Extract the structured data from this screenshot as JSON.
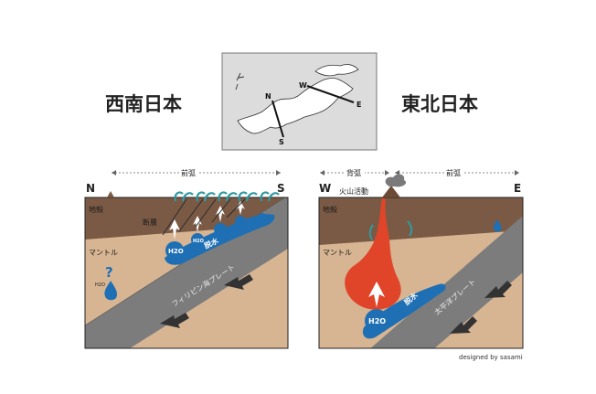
{
  "titles": {
    "west": "西南日本",
    "east": "東北日本"
  },
  "map": {
    "north": "N",
    "south": "S",
    "west": "W",
    "east": "E"
  },
  "left_panel": {
    "north": "N",
    "south": "S",
    "forearc": "前弧",
    "crust": "地殻",
    "mantle": "マントル",
    "fault": "断層",
    "dehydration": "脱水",
    "water_main": "H2O",
    "water_small": "H2O",
    "water_question": "H2O",
    "question": "?",
    "plate": "フィリピン海プレート"
  },
  "right_panel": {
    "west": "W",
    "east": "E",
    "backarc": "背弧",
    "forearc": "前弧",
    "volcanism": "火山活動",
    "crust": "地殻",
    "mantle": "マントル",
    "dehydration": "脱水",
    "water_main": "H2O",
    "plate": "太平洋プレート"
  },
  "credit": "designed by sasami",
  "colors": {
    "crust": "#7a5a45",
    "mantle": "#d7b592",
    "slab": "#7c7c7c",
    "water": "#1f6fb4",
    "magma": "#e0452a",
    "teal": "#2f9aa3"
  }
}
